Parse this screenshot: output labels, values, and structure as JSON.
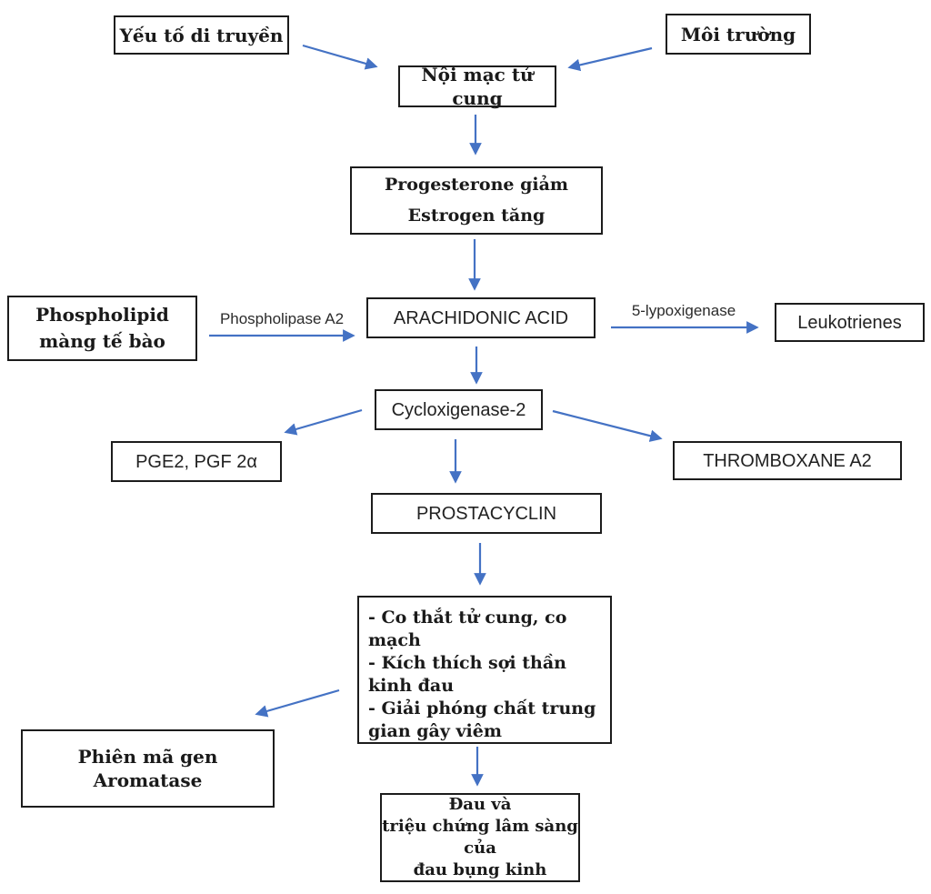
{
  "diagram": {
    "arrow_color": "#4472C4",
    "border_color": "#1c1c1c",
    "background": "#ffffff",
    "nodes": {
      "genetic": {
        "label": "Yếu tố di truyền"
      },
      "environment": {
        "label": "Môi trường"
      },
      "endometrium": {
        "label": "Nội mạc tử cung"
      },
      "hormones": {
        "line1": "Progesterone giảm",
        "line2": "Estrogen tăng"
      },
      "phospholipid": {
        "line1": "Phospholipid",
        "line2": "màng tế bào"
      },
      "arachidonic": {
        "label": "ARACHIDONIC ACID"
      },
      "leukotrienes": {
        "label": "Leukotrienes"
      },
      "cox2": {
        "label": "Cycloxigenase-2"
      },
      "pge": {
        "label": "PGE2, PGF 2α"
      },
      "thromboxane": {
        "label": "THROMBOXANE A2"
      },
      "prostacyclin": {
        "label": "PROSTACYCLIN"
      },
      "effects": {
        "line1": "- Co thắt tử cung, co mạch",
        "line2": "- Kích thích sợi thần kinh đau",
        "line3": "- Giải phóng chất trung gian gây viêm"
      },
      "aromatase": {
        "label": "Phiên mã gen Aromatase"
      },
      "outcome": {
        "line1": "Đau và",
        "line2": "triệu chứng lâm sàng",
        "line3": "của",
        "line4": "đau bụng kinh"
      }
    },
    "edge_labels": {
      "phospholipase": "Phospholipase A2",
      "lipoxygenase": "5-lypoxigenase"
    }
  }
}
